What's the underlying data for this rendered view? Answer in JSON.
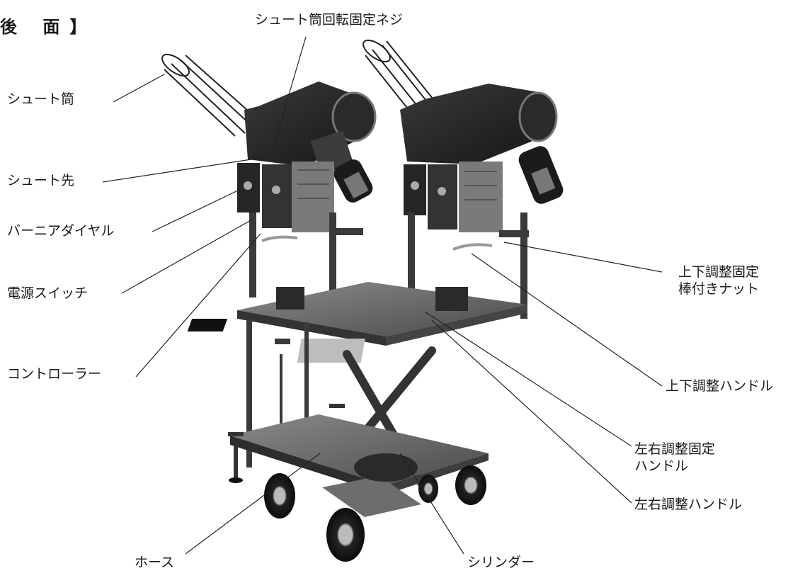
{
  "title": "後 面】",
  "labels": {
    "chute_rotation_screw": "シュート筒回転固定ネジ",
    "chute_tube": "シュート筒",
    "chute_tip": "シュート先",
    "vernier_dial": "バーニアダイヤル",
    "power_switch": "電源スイッチ",
    "controller": "コントローラー",
    "ud_fix_nut": "上下調整固定\n棒付きナット",
    "ud_handle": "上下調整ハンドル",
    "lr_fix_handle": "左右調整固定\nハンドル",
    "lr_handle": "左右調整ハンドル",
    "hose": "ホース",
    "cylinder": "シリンダー"
  }
}
